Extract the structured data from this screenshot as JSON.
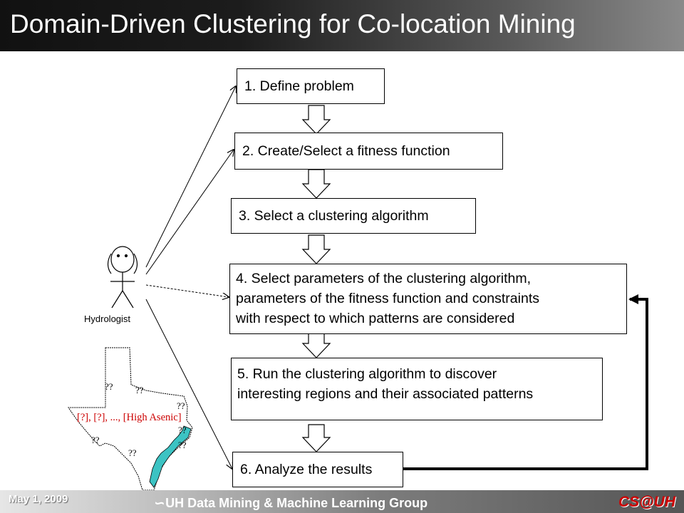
{
  "title": "Domain-Driven Clustering for Co-location Mining",
  "steps": [
    {
      "lines": [
        "1. Define problem"
      ]
    },
    {
      "lines": [
        "2. Create/Select a fitness function"
      ]
    },
    {
      "lines": [
        "3. Select a clustering algorithm"
      ]
    },
    {
      "lines": [
        "4. Select parameters of the clustering algorithm,",
        "parameters of the fitness function and constraints",
        "with respect to which patterns are considered"
      ]
    },
    {
      "lines": [
        "5. Run the clustering algorithm to discover",
        "interesting regions and their associated patterns"
      ]
    },
    {
      "lines": [
        "6. Analyze the results"
      ]
    }
  ],
  "actor": {
    "label": "Hydrologist"
  },
  "map": {
    "question_marks": [
      "??",
      "??",
      "??",
      "??",
      "??",
      "??",
      "??"
    ],
    "pattern_text": "[?], [?], ..., [High Asenic]",
    "highlight_color": "#3cc3c3"
  },
  "footer": {
    "date": "May 1, 2009",
    "group": "UH Data Mining & Machine Learning Group",
    "brand": "CS@UH"
  },
  "colors": {
    "brand": "#cc0000",
    "title_text": "#ffffff"
  }
}
